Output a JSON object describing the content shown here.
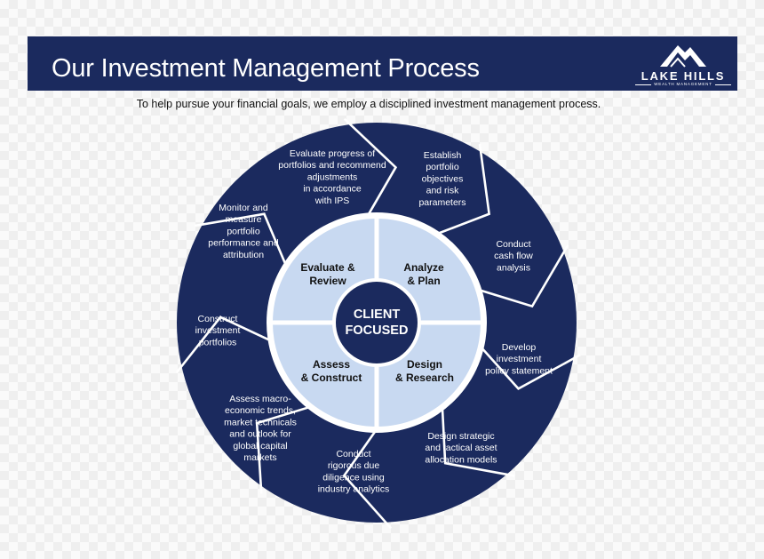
{
  "header": {
    "title": "Our Investment Management Process"
  },
  "logo": {
    "name": "LAKE HILLS",
    "tagline": "WEALTH MANAGEMENT"
  },
  "subtitle": "To help pursue your financial goals, we employ a disciplined investment management process.",
  "center": {
    "lines": [
      "CLIENT",
      "FOCUSED"
    ]
  },
  "quadrants": [
    {
      "id": "evaluate",
      "lines": [
        "Evaluate &",
        "Review"
      ]
    },
    {
      "id": "analyze",
      "lines": [
        "Analyze",
        "& Plan"
      ]
    },
    {
      "id": "assess",
      "lines": [
        "Assess",
        "& Construct"
      ]
    },
    {
      "id": "design",
      "lines": [
        "Design",
        "& Research"
      ]
    }
  ],
  "steps": [
    {
      "id": "evaluate-progress",
      "lines": [
        "Evaluate progress of",
        "portfolios and recommend",
        "adjustments",
        "in accordance",
        "with IPS"
      ]
    },
    {
      "id": "establish-objectives",
      "lines": [
        "Establish",
        "portfolio",
        "objectives",
        "and risk",
        "parameters"
      ]
    },
    {
      "id": "cash-flow",
      "lines": [
        "Conduct",
        "cash flow",
        "analysis"
      ]
    },
    {
      "id": "policy-statement",
      "lines": [
        "Develop",
        "investment",
        "policy statement"
      ]
    },
    {
      "id": "allocation-models",
      "lines": [
        "Design strategic",
        "and tactical asset",
        "allocation models"
      ]
    },
    {
      "id": "due-diligence",
      "lines": [
        "Conduct",
        "rigorous due",
        "diligence using",
        "industry analytics"
      ]
    },
    {
      "id": "macro-trends",
      "lines": [
        "Assess macro-",
        "economic trends,",
        "market technicals",
        "and outlook for",
        "global capital",
        "markets"
      ]
    },
    {
      "id": "construct-portfolios",
      "lines": [
        "Construct",
        "investment",
        "portfolios"
      ]
    },
    {
      "id": "monitor-performance",
      "lines": [
        "Monitor and",
        "measure",
        "portfolio",
        "performance and",
        "attribution"
      ]
    }
  ],
  "colors": {
    "navy": "#1b2a5e",
    "light_blue": "#c8d9f1",
    "white": "#ffffff"
  }
}
